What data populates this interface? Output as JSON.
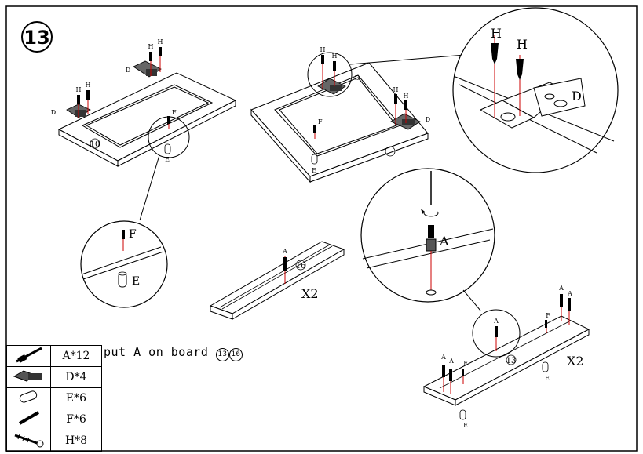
{
  "step": {
    "number": "13"
  },
  "instruction": "put A on board",
  "instruction_refs": [
    "13",
    "16"
  ],
  "top_left": {
    "board_ref": "10",
    "labels": {
      "h": "H",
      "d": "D",
      "f": "F",
      "e": "E"
    }
  },
  "top_mid": {
    "labels": {
      "h": "H",
      "d": "D",
      "f": "F",
      "e": "E"
    }
  },
  "detail_hinge": {
    "labels": {
      "h": "H",
      "d": "D"
    }
  },
  "detail_fe": {
    "labels": {
      "f": "F",
      "e": "E"
    }
  },
  "mid_board": {
    "board_ref": "16",
    "label_a": "A",
    "multiplier": "X2"
  },
  "detail_cam": {
    "label_a": "A"
  },
  "bottom_board": {
    "board_ref": "13",
    "labels": {
      "a": "A",
      "f": "F",
      "e": "E"
    },
    "multiplier": "X2"
  },
  "parts": [
    {
      "icon": "cam-bolt-icon",
      "qty": "A*12"
    },
    {
      "icon": "hinge-icon",
      "qty": "D*4"
    },
    {
      "icon": "dowel-icon",
      "qty": "E*6"
    },
    {
      "icon": "pin-icon",
      "qty": "F*6"
    },
    {
      "icon": "screw-icon",
      "qty": "H*8"
    }
  ]
}
